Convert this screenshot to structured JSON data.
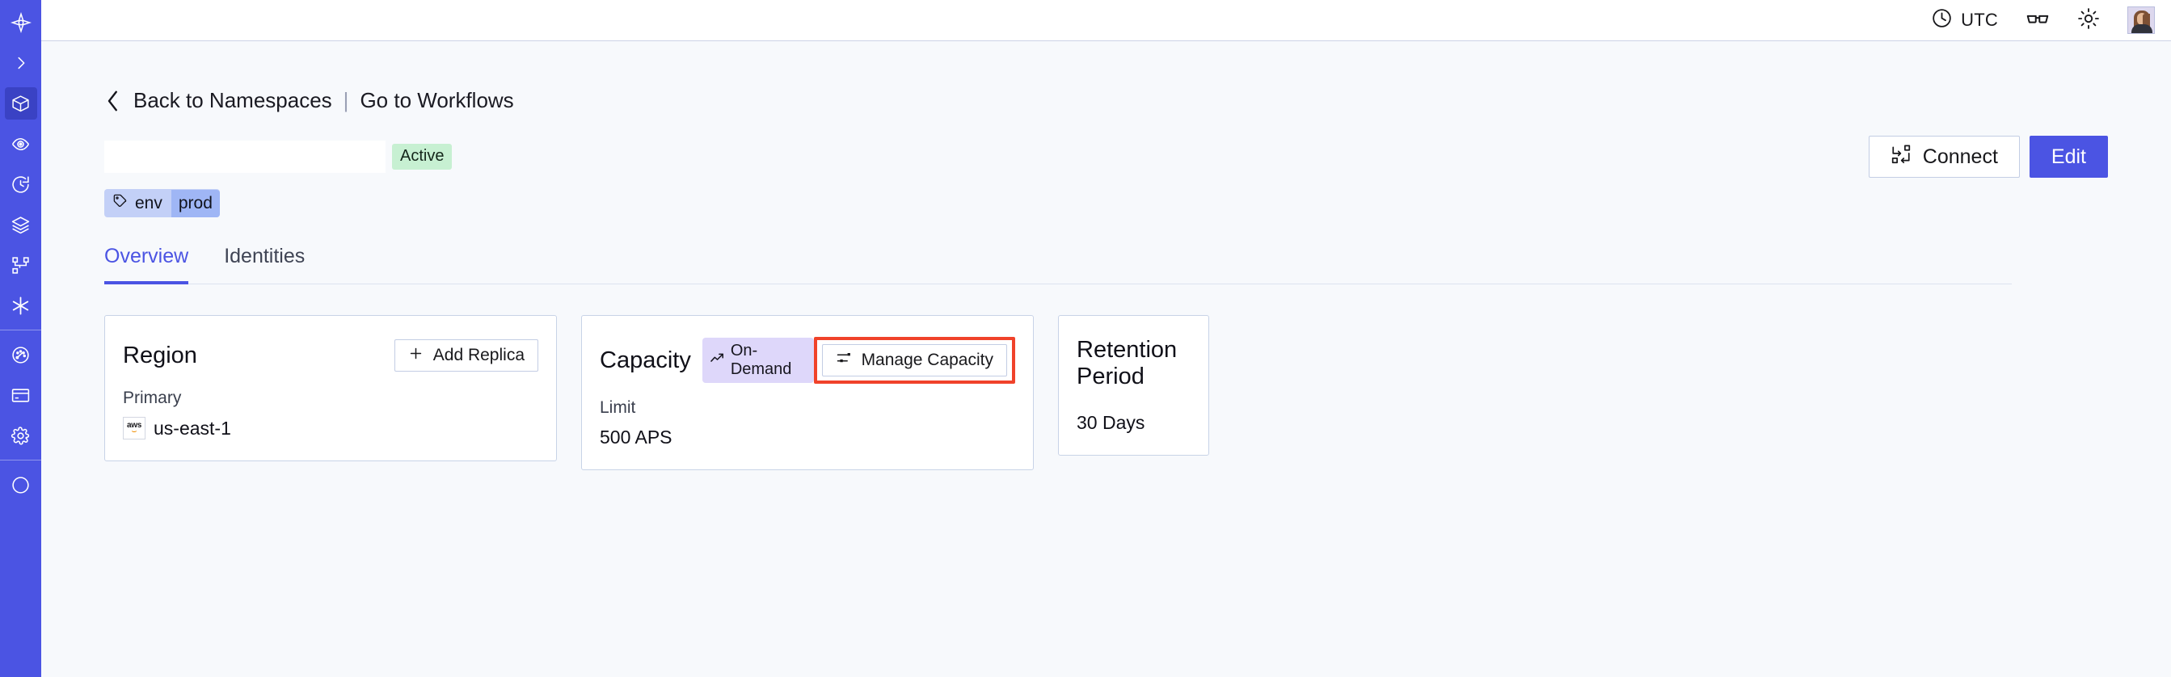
{
  "sidebar": {
    "brand_icon": "temporal-logo-icon",
    "items": [
      {
        "icon": "chevron-right-icon",
        "name": "expand-sidebar",
        "active": false
      },
      {
        "icon": "cube-icon",
        "name": "namespaces",
        "active": true
      },
      {
        "icon": "eye-icon",
        "name": "observability",
        "active": false
      },
      {
        "icon": "clock-history-icon",
        "name": "schedules",
        "active": false
      },
      {
        "icon": "layers-icon",
        "name": "deployments",
        "active": false
      },
      {
        "icon": "workflow-nodes-icon",
        "name": "workflows",
        "active": false
      },
      {
        "icon": "asterisk-icon",
        "name": "nexus",
        "active": false
      },
      {
        "icon": "gauge-icon",
        "name": "usage",
        "active": false
      },
      {
        "icon": "credit-card-icon",
        "name": "billing",
        "active": false
      },
      {
        "icon": "gear-icon",
        "name": "settings",
        "active": false
      }
    ]
  },
  "topbar": {
    "timezone": "UTC",
    "clock_icon": "clock-icon",
    "glasses_icon": "glasses-icon",
    "theme_icon": "sun-icon",
    "avatar_name": "user-avatar"
  },
  "breadcrumb": {
    "back_icon": "chevron-left-icon",
    "back_label": "Back to Namespaces",
    "separator": "|",
    "forward_label": "Go to Workflows"
  },
  "title": {
    "namespace_name": "",
    "status": "Active",
    "connect_label": "Connect",
    "connect_icon": "connect-icon",
    "edit_label": "Edit"
  },
  "tag": {
    "icon": "tag-icon",
    "key": "env",
    "value": "prod"
  },
  "tabs": [
    {
      "label": "Overview",
      "active": true
    },
    {
      "label": "Identities",
      "active": false
    }
  ],
  "cards": {
    "region": {
      "title": "Region",
      "action_label": "Add Replica",
      "action_icon": "plus-icon",
      "sub_label": "Primary",
      "cloud_icon": "aws-logo-icon",
      "cloud_name": "aws",
      "value": "us-east-1"
    },
    "capacity": {
      "title": "Capacity",
      "badge_label": "On-Demand",
      "badge_icon": "trending-up-icon",
      "action_label": "Manage Capacity",
      "action_icon": "sliders-icon",
      "action_highlighted": true,
      "sub_label": "Limit",
      "value": "500 APS"
    },
    "retention": {
      "title": "Retention Period",
      "value": "30 Days"
    }
  },
  "colors": {
    "brand": "#4b54e3",
    "sidebar_active": "#3a42c4",
    "page_bg": "#f7f9fc",
    "status_badge_bg": "#c7f0d2",
    "tag_bg": "#c3d0f7",
    "tag_value_bg": "#9fb6f5",
    "pill_bg": "#ded7fa",
    "highlight_outline": "#f0422a",
    "card_border": "#c8d3e7"
  }
}
